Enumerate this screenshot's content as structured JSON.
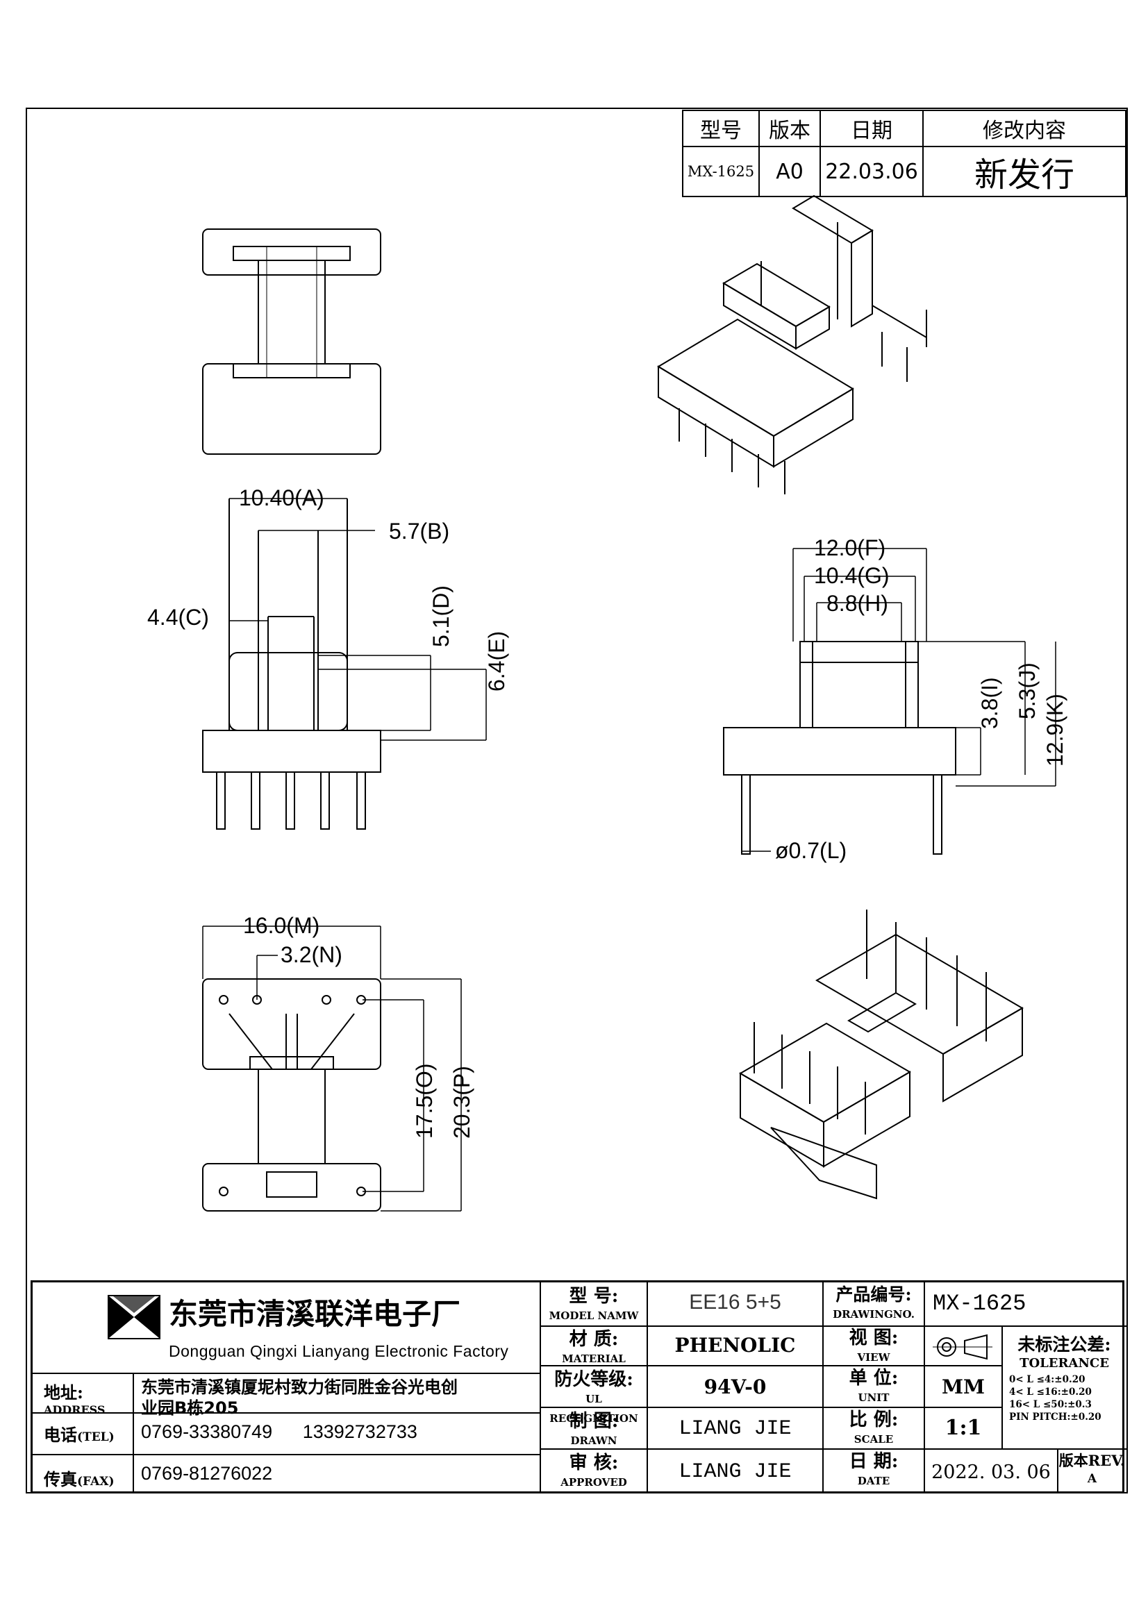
{
  "revision": {
    "headers": [
      "型号",
      "版本",
      "日期",
      "修改内容"
    ],
    "row": {
      "model": "MX-1625",
      "version": "A0",
      "date": "22.03.06",
      "content": "新发行"
    }
  },
  "dims": {
    "A": "10.40(A)",
    "B": "5.7(B)",
    "C": "4.4(C)",
    "D": "5.1(D)",
    "E": "6.4(E)",
    "F": "12.0(F)",
    "G": "10.4(G)",
    "H": "8.8(H)",
    "I": "3.8(I)",
    "J": "5.3(J)",
    "K": "12.9(K)",
    "L": "ø0.7(L)",
    "M": "16.0(M)",
    "N": "3.2(N)",
    "O": "17.5(O)",
    "P": "20.3(P)"
  },
  "title_block": {
    "company_cn": "东莞市清溪联洋电子厂",
    "company_en": "Dongguan Qingxi Lianyang Electronic Factory",
    "address_label": "地址:",
    "address_label_en": "ADDRESS",
    "address_line1": "东莞市清溪镇厦坭村致力街同胜金谷光电创",
    "address_line2": "业园B栋205",
    "tel_label": "电话",
    "tel_label_en": "(TEL)",
    "tel": "0769-33380749",
    "mobile": "13392732733",
    "fax_label": "传真",
    "fax_label_en": "(FAX)",
    "fax": "0769-81276022",
    "model_label": "型 号:",
    "model_label_en": "MODEL NAMW",
    "model": "EE16 5+5",
    "material_label": "材 质:",
    "material_label_en": "MATERIAL",
    "material": "PHENOLIC",
    "ul_label": "防火等级:",
    "ul_label_en": "UL RECOGNITION",
    "ul": "94V-0",
    "drawn_label": "制 图:",
    "drawn_label_en": "DRAWN",
    "drawn": "LIANG JIE",
    "approved_label": "审 核:",
    "approved_label_en": "APPROVED",
    "approved": "LIANG JIE",
    "drawing_no_label": "产品编号:",
    "drawing_no_label_en": "DRAWINGNO.",
    "drawing_no": "MX-1625",
    "view_label": "视 图:",
    "view_label_en": "VIEW",
    "unit_label": "单 位:",
    "unit_label_en": "UNIT",
    "unit": "MM",
    "scale_label": "比 例:",
    "scale_label_en": "SCALE",
    "scale": "1:1",
    "date_label": "日 期:",
    "date_label_en": "DATE",
    "date": "2022. 03. 06",
    "tolerance_label": "未标注公差:",
    "tolerance_label_en": "TOLERANCE",
    "tolerances": [
      "0< L ≤4:±0.20",
      "4< L ≤16:±0.20",
      "16< L ≤50:±0.3",
      "PIN PITCH:±0.20"
    ],
    "rev_label": "版本REV.",
    "rev": "A"
  }
}
